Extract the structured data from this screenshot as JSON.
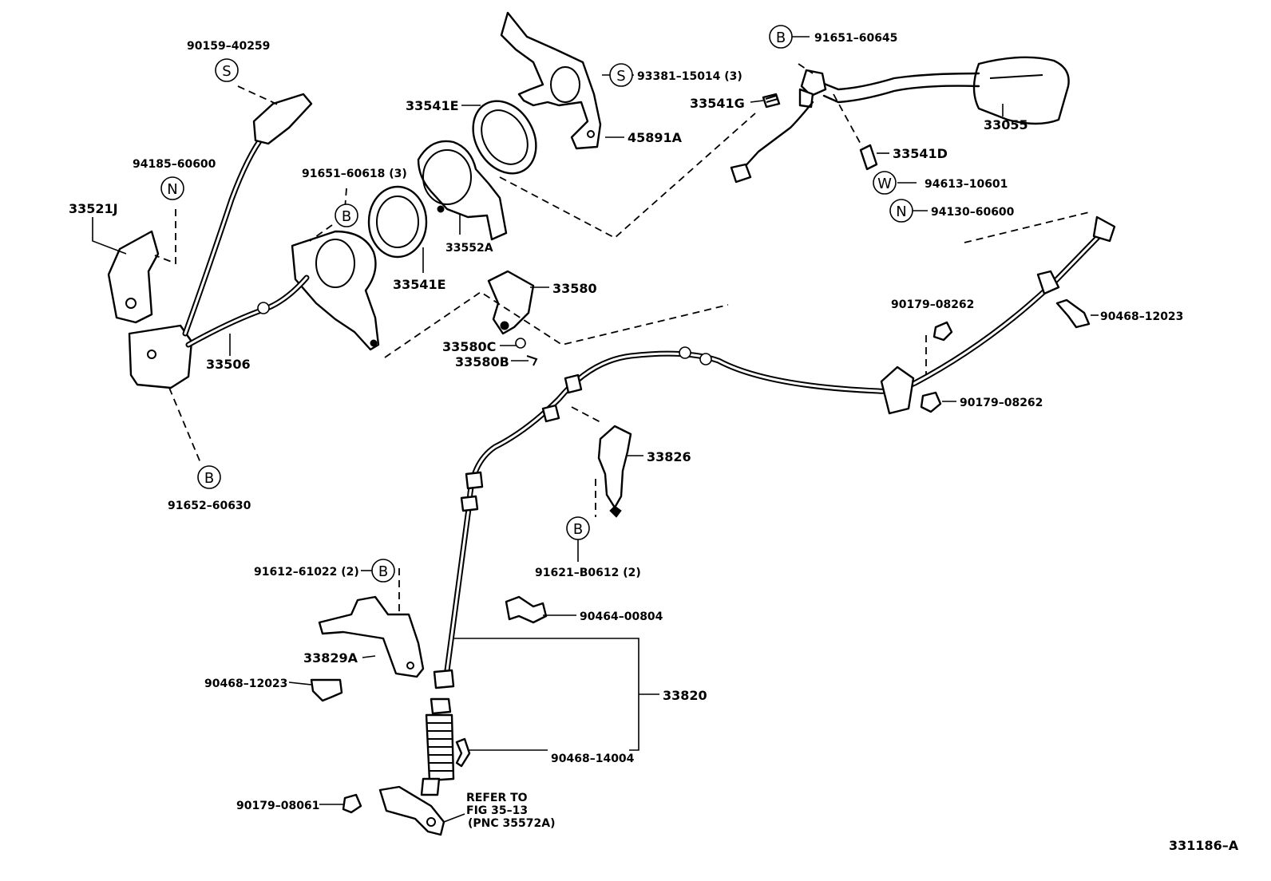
{
  "figure_number": "331186–A",
  "symbols": {
    "s": "S",
    "n": "N",
    "b": "B",
    "w": "W"
  },
  "labels": {
    "p90159_40259": "90159–40259",
    "p94185_60600": "94185–60600",
    "p33521J": "33521J",
    "p33506": "33506",
    "p91652_60630": "91652–60630",
    "p91651_60618": "91651–60618 (3)",
    "p33541E_top": "33541E",
    "p33541E_bottom": "33541E",
    "p33552A": "33552A",
    "p93381_15014": "93381–15014 (3)",
    "p45891A": "45891A",
    "p91651_60645": "91651–60645",
    "p33541G": "33541G",
    "p33055": "33055",
    "p33541D": "33541D",
    "p94613_10601": "94613–10601",
    "p94130_60600": "94130–60600",
    "p33580": "33580",
    "p33580C": "33580C",
    "p33580B": "33580B",
    "p90179_08262_top": "90179–08262",
    "p90468_12023_right": "90468–12023",
    "p90179_08262_bottom": "90179–08262",
    "p33826": "33826",
    "p91621_B0612": "91621–B0612 (2)",
    "p91612_61022": "91612–61022 (2)",
    "p90464_00804": "90464–00804",
    "p33829A": "33829A",
    "p90468_12023_left": "90468–12023",
    "p33820": "33820",
    "p90468_14004": "90468–14004",
    "p90179_08061": "90179–08061",
    "refer_line1": "REFER TO",
    "refer_line2": "FIG 35–13",
    "refer_line3": "(PNC 35572A)"
  }
}
